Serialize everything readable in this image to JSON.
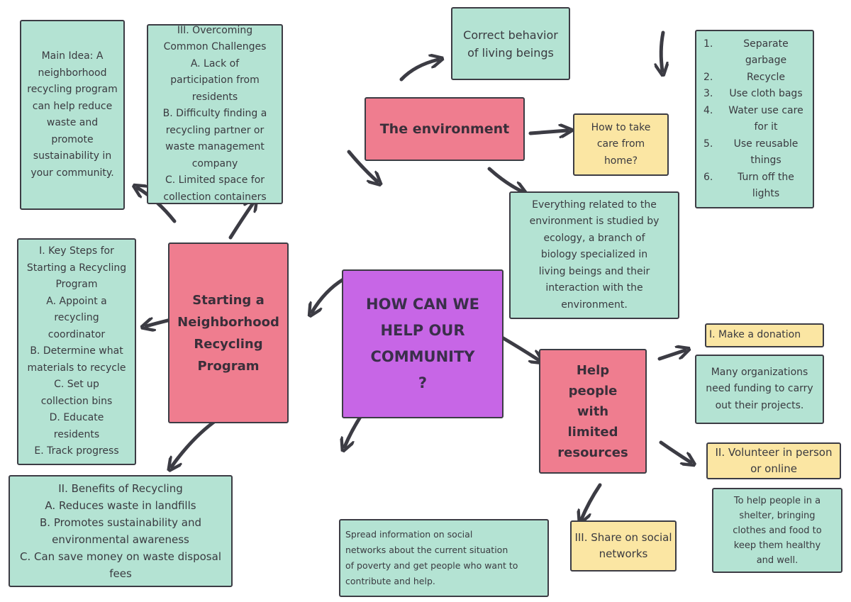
{
  "central": {
    "lines": [
      "HOW CAN WE",
      "HELP OUR",
      "COMMUNITY",
      "?"
    ],
    "color": "#c766e6"
  },
  "environment": {
    "title": "The environment",
    "correct_behavior": [
      "Correct behavior",
      "of living beings"
    ],
    "home_care": [
      "How to take",
      "care from",
      "home?"
    ],
    "ecology": [
      "Everything related to the",
      "environment is studied by",
      "ecology, a branch of",
      "biology specialized in",
      "living beings and their",
      "interaction with the",
      "environment."
    ],
    "tips": [
      {
        "n": "1.",
        "lines": [
          "Separate",
          "garbage"
        ]
      },
      {
        "n": "2.",
        "lines": [
          "Recycle"
        ]
      },
      {
        "n": "3.",
        "lines": [
          "Use cloth bags"
        ]
      },
      {
        "n": "4.",
        "lines": [
          "Water use care",
          "for it"
        ]
      },
      {
        "n": "5.",
        "lines": [
          "Use reusable",
          "things"
        ]
      },
      {
        "n": "6.",
        "lines": [
          "Turn off the",
          "lights"
        ]
      }
    ]
  },
  "recycling": {
    "title": [
      "Starting a",
      "Neighborhood",
      "Recycling",
      "Program"
    ],
    "main_idea": [
      "Main Idea: A",
      "neighborhood",
      "recycling program",
      "can help reduce",
      "waste and",
      "promote",
      "sustainability in",
      "your community."
    ],
    "challenges": [
      "III. Overcoming",
      "Common Challenges",
      "A. Lack of",
      "participation from",
      "residents",
      "B. Difficulty finding a",
      "recycling partner or",
      "waste management",
      "company",
      "C. Limited space for",
      "collection containers"
    ],
    "key_steps": [
      "I. Key Steps for",
      "Starting a Recycling",
      "Program",
      "A. Appoint a",
      "recycling",
      "coordinator",
      "B. Determine what",
      "materials to recycle",
      "C. Set up",
      "collection bins",
      "D. Educate",
      "residents",
      "E. Track progress"
    ],
    "benefits": [
      "II. Benefits of Recycling",
      "A. Reduces waste in landfills",
      "B. Promotes sustainability and",
      "environmental awareness",
      "C. Can save money on waste disposal",
      "fees"
    ]
  },
  "help": {
    "title": [
      "Help",
      "people",
      "with",
      "limited",
      "resources"
    ],
    "donation": [
      "I. Make a donation"
    ],
    "funding": [
      "Many organizations",
      "need funding to carry",
      "out their projects."
    ],
    "volunteer": [
      "II. Volunteer in person",
      "or online"
    ],
    "shelter": [
      "To help people in a",
      "shelter, bringing",
      "clothes and food to",
      "keep them healthy",
      "and well."
    ],
    "share": [
      "III. Share on social",
      "networks"
    ],
    "spread": [
      "Spread information on social",
      "networks about the current situation",
      "of poverty and get people who want to",
      "contribute and help."
    ]
  },
  "colors": {
    "mint": "#b4e3d3",
    "pink": "#ef7d8f",
    "yellow": "#fbe6a3",
    "purple": "#c766e6",
    "stroke": "#3c3c44"
  }
}
